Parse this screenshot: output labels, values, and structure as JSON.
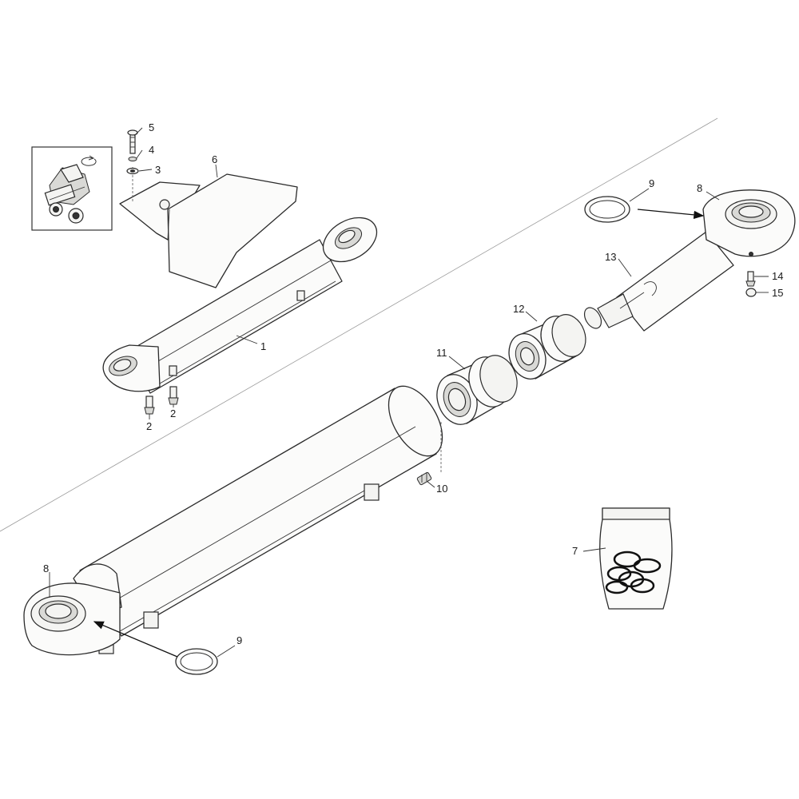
{
  "callouts": {
    "c1": "1",
    "c2a": "2",
    "c2b": "2",
    "c3": "3",
    "c4": "4",
    "c5": "5",
    "c6": "6",
    "c7": "7",
    "c8a": "8",
    "c8b": "8",
    "c9a": "9",
    "c9b": "9",
    "c10": "10",
    "c11": "11",
    "c12": "12",
    "c13": "13",
    "c14": "14",
    "c15": "15"
  },
  "colors": {
    "line": "#2b2b2b",
    "fill": "#fbfbfa",
    "background": "#ffffff"
  }
}
